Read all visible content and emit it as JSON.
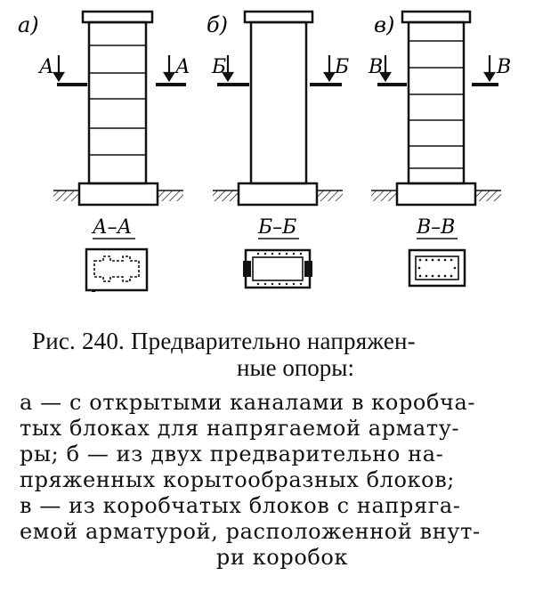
{
  "panels": [
    {
      "letter": "а)",
      "cut_left": "А",
      "cut_right": "А",
      "section": "А–А"
    },
    {
      "letter": "б)",
      "cut_left": "Б",
      "cut_right": "Б",
      "section": "Б–Б"
    },
    {
      "letter": "в)",
      "cut_left": "В",
      "cut_right": "В",
      "section": "В–В"
    }
  ],
  "caption": {
    "title_line1": "Рис. 240. Предварительно  напряжен-",
    "title_line2": "ные опоры:",
    "lines": [
      "а — с открытыми каналами в коробча-",
      "тых блоках для напрягаемой армату-",
      "ры;  б — из двух предварительно на-",
      "пряженных  корытообразных  блоков;",
      "в — из коробчатых блоков с напряга-",
      "емой арматурой, расположенной внут-",
      "ри коробок"
    ]
  }
}
